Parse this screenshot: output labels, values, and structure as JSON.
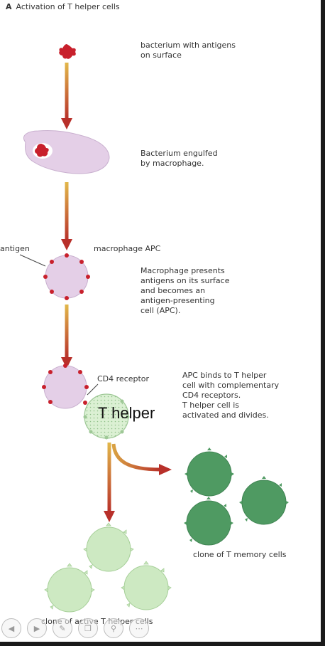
{
  "title": {
    "marker": "A",
    "text": "Activation of T helper cells"
  },
  "steps": {
    "bacterium": "bacterium with antigens\non surface",
    "engulfed": "Bacterium engulfed\nby macrophage.",
    "presents": "Macrophage presents\nantigens on its surface\nand becomes an\nantigen-presenting\ncell (APC).",
    "binds": "APC binds to T helper\ncell with complementary\nCD4 receptors.\nT helper cell is\nactivated and divides."
  },
  "labels": {
    "antigen": "antigen",
    "macrophage_apc": "macrophage APC",
    "cd4_receptor": "CD4 receptor",
    "t_helper": "T helper",
    "memory_clone": "clone of T memory cells",
    "active_clone": "clone of active T helper cells"
  },
  "toolbar": {
    "icons": [
      "prev-icon",
      "next-icon",
      "pen-icon",
      "copy-icon",
      "zoom-icon",
      "more-icon"
    ]
  },
  "colors": {
    "macrophage": "#e4cfe7",
    "bacterium": "#c8202c",
    "t_helper": "#dbf0d3",
    "active_cell": "#cde9c2",
    "memory_cell": "#4f9a62",
    "arrow_top": "#e2b84a",
    "arrow_bottom": "#b8302a"
  }
}
